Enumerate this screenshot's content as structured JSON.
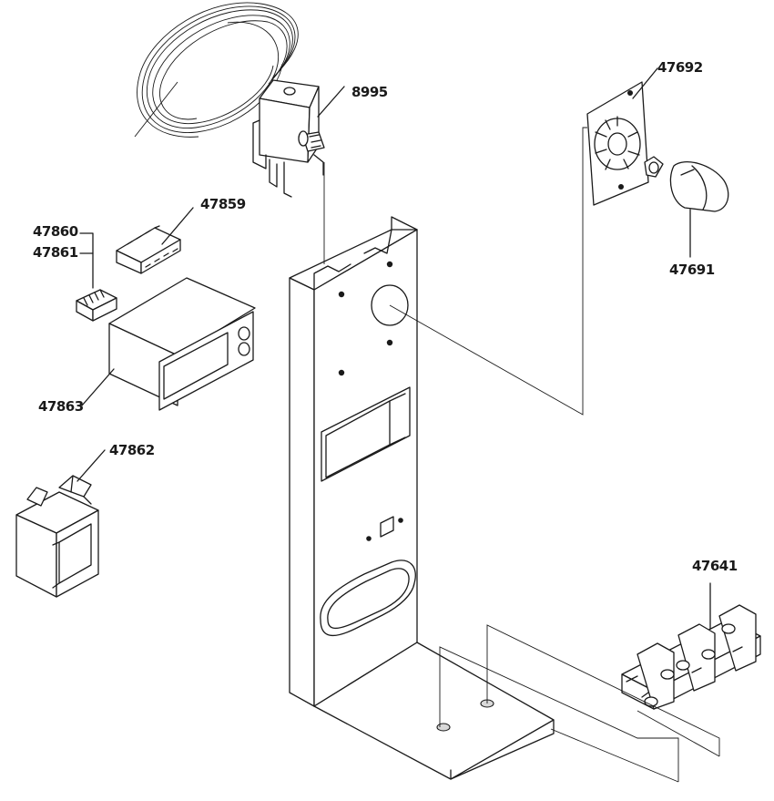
{
  "parts": {
    "p8995": "8995",
    "p47692": "47692",
    "p47691": "47691",
    "p47859": "47859",
    "p47860": "47860",
    "p47861": "47861",
    "p47863": "47863",
    "p47862": "47862",
    "p47641": "47641"
  },
  "colors": {
    "line": "#1a1a1a",
    "background": "#ffffff"
  }
}
